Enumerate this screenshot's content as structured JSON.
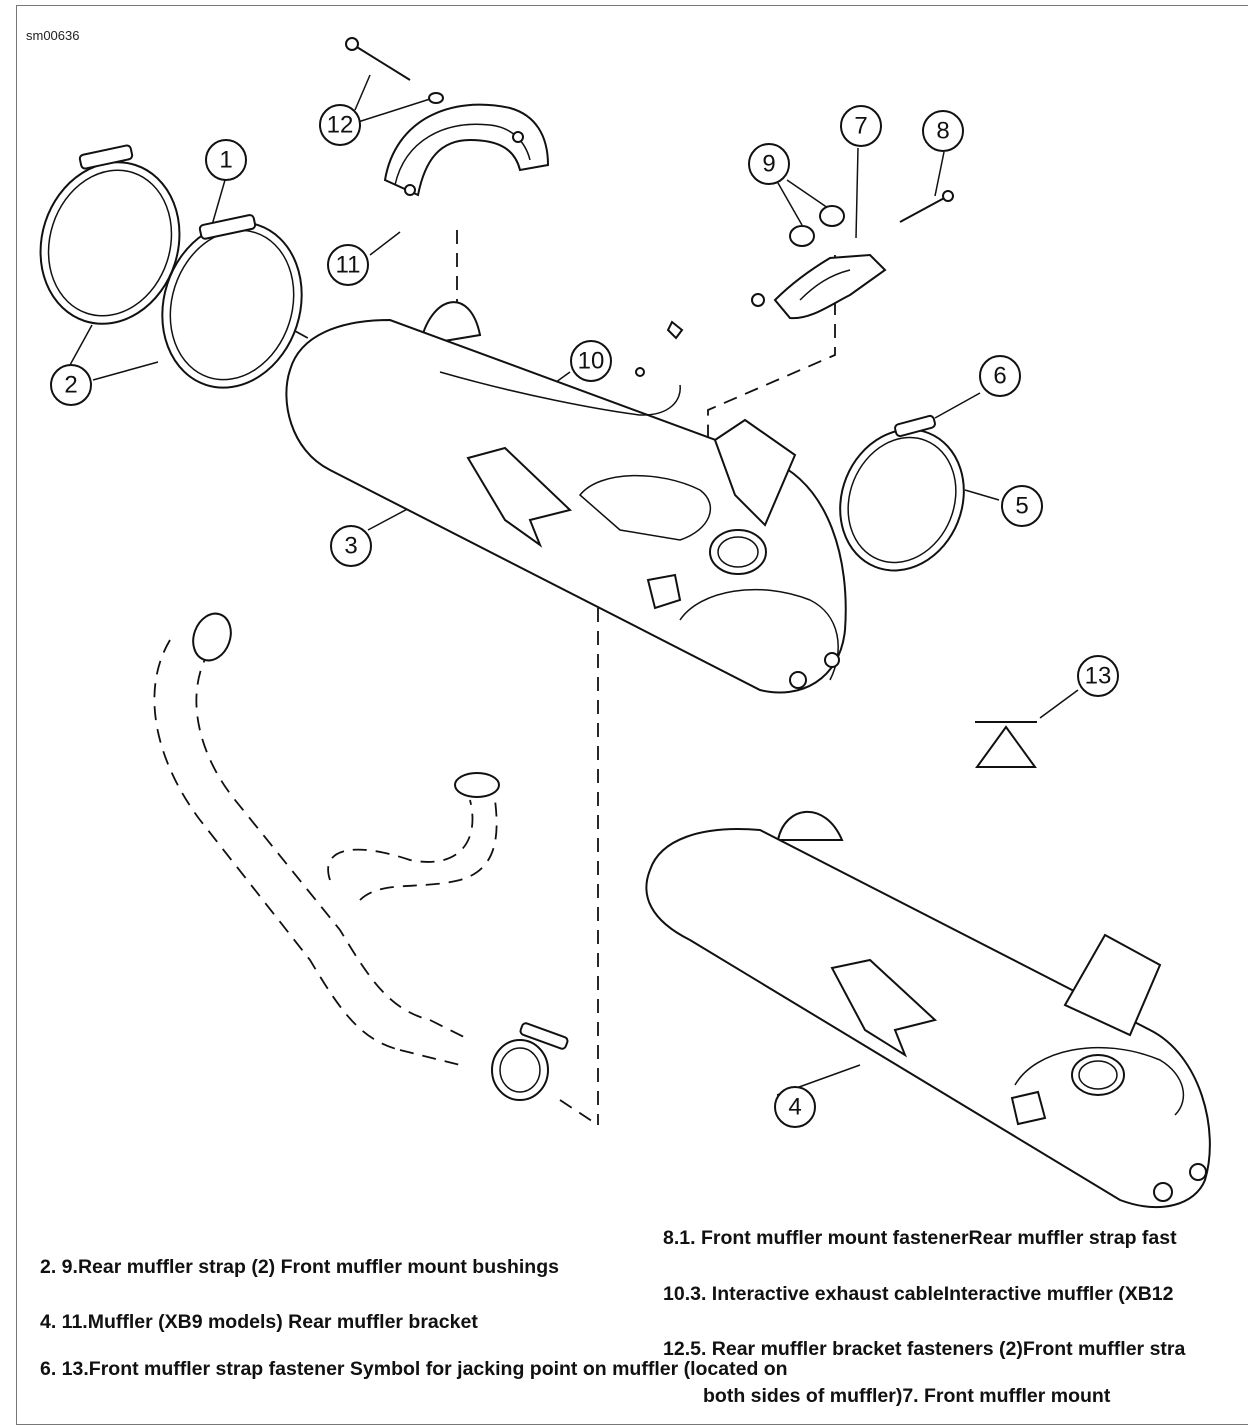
{
  "figure_id": "sm00636",
  "callouts": {
    "c1": "1",
    "c2": "2",
    "c3": "3",
    "c4": "4",
    "c5": "5",
    "c6": "6",
    "c7": "7",
    "c8": "8",
    "c9": "9",
    "c10": "10",
    "c11": "11",
    "c12": "12",
    "c13": "13"
  },
  "captions": {
    "line_a": "8.1. Front muffler mount fastenerRear muffler strap fast",
    "line_b": "2. 9.Rear muffler strap (2) Front muffler mount bushings",
    "line_c": "10.3. Interactive exhaust cableInteractive muffler (XB12",
    "line_d": "4. 11.Muffler (XB9 models) Rear muffler bracket",
    "line_e": "12.5. Rear muffler bracket fasteners (2)Front muffler stra",
    "line_f": "6. 13.Front muffler strap fastener Symbol for jacking point on muffler (located on",
    "line_g": "both sides of muffler)7. Front muffler mount"
  }
}
